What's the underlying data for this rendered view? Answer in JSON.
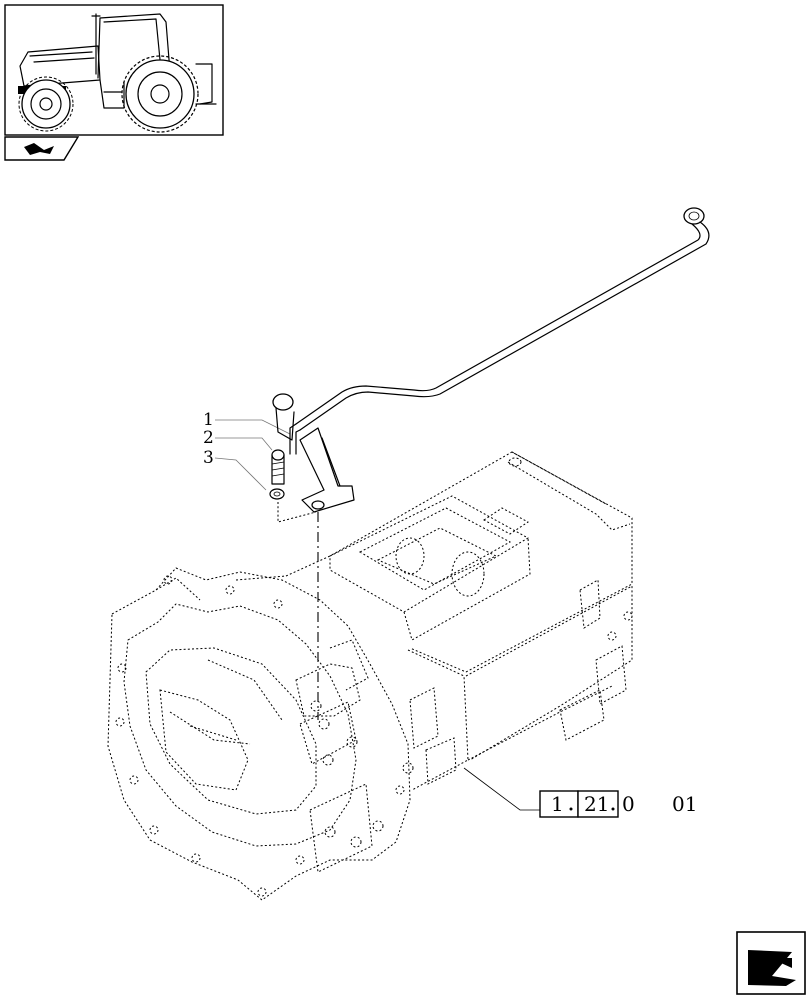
{
  "callouts": [
    {
      "label": "1"
    },
    {
      "label": "2"
    },
    {
      "label": "3"
    }
  ],
  "reference": {
    "boxed": [
      "1",
      "21"
    ],
    "text": [
      "0",
      "01"
    ],
    "full": "1.21.0 01"
  },
  "icons": {
    "thumbnail": "tractor-thumbnail-icon",
    "category": "category-tab-icon",
    "nav": "next-page-arrow-icon"
  },
  "colors": {
    "line": "#000000",
    "leader": "#777777",
    "background": "#ffffff"
  }
}
